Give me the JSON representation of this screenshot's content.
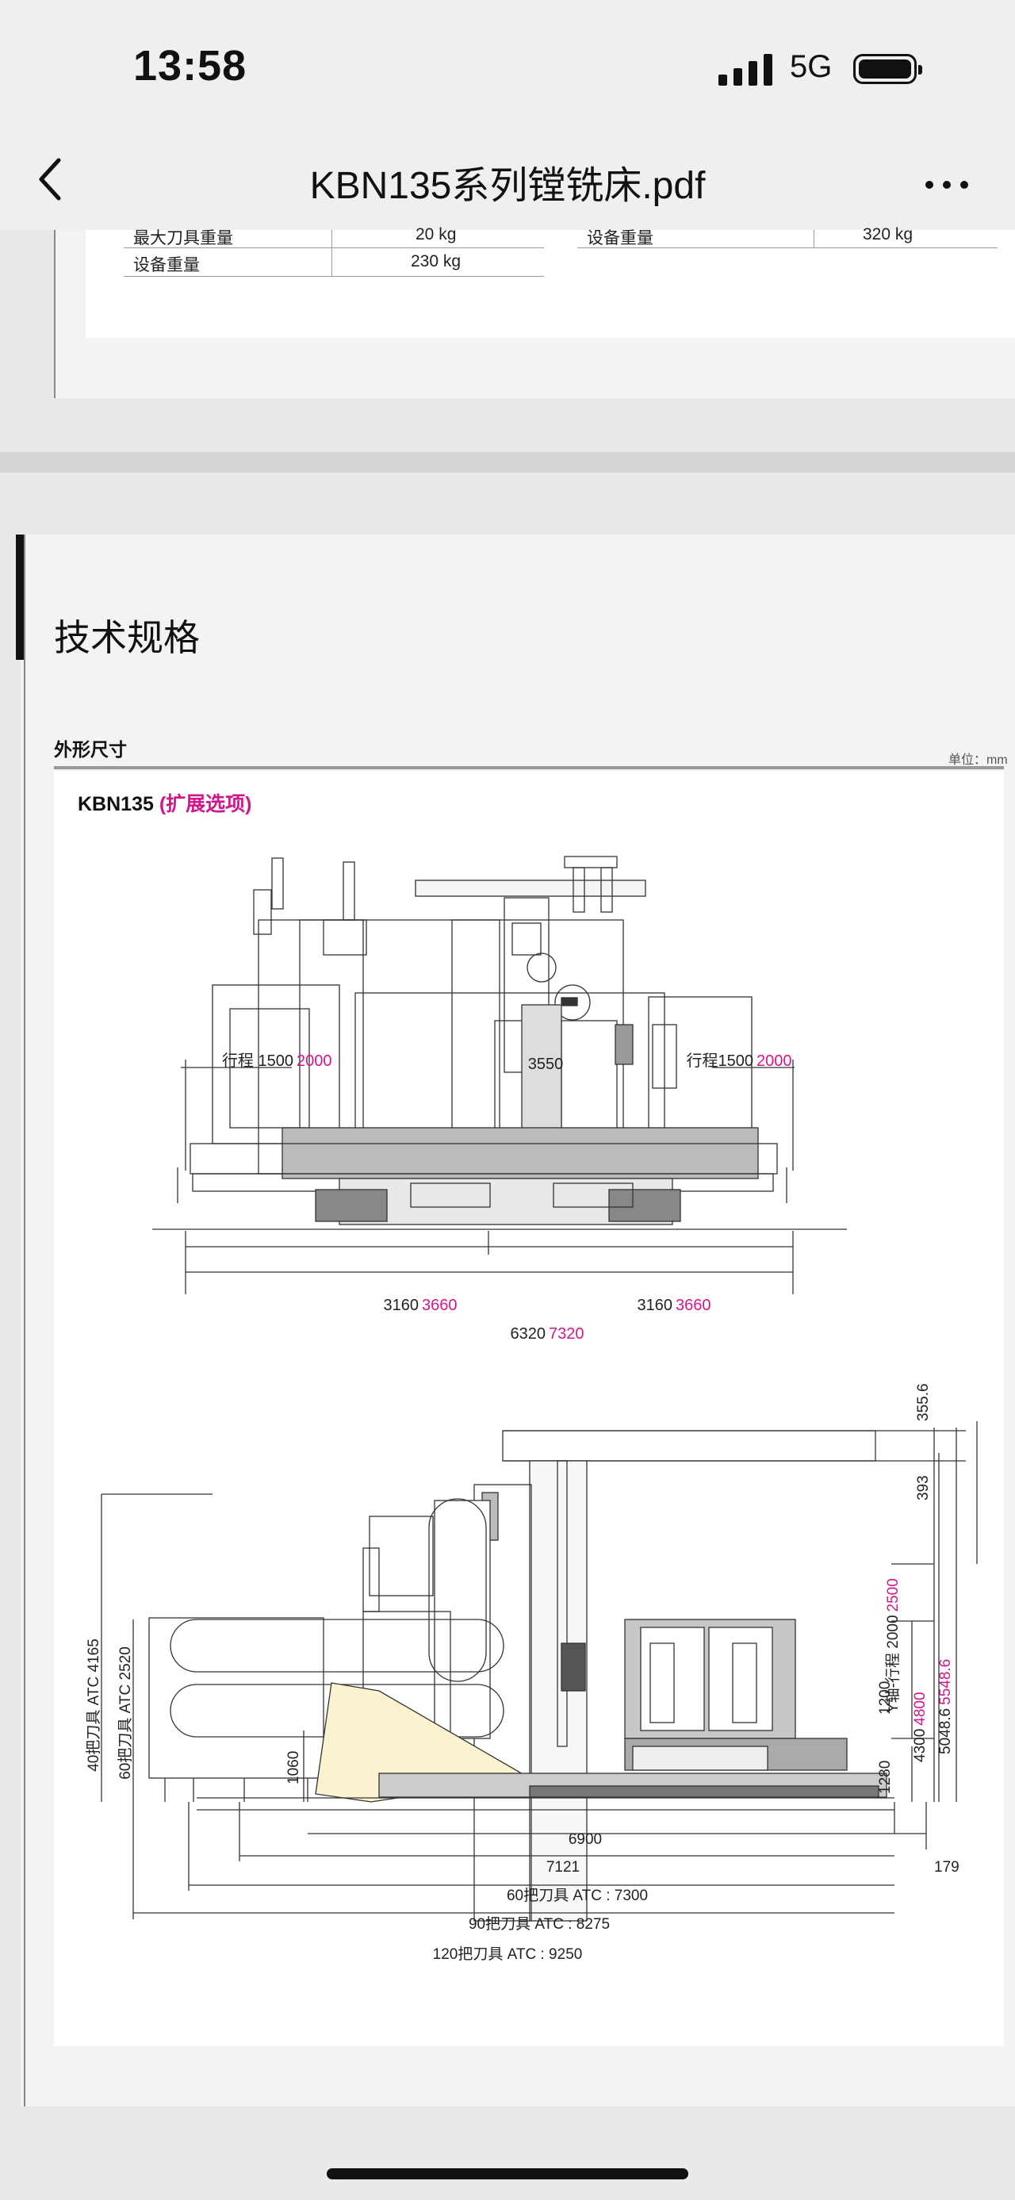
{
  "status": {
    "time": "13:58",
    "network": "5G"
  },
  "nav": {
    "title": "KBN135系列镗铣床.pdf",
    "back_icon": "chevron-left-icon",
    "more_icon": "more-horizontal-icon"
  },
  "page1": {
    "rows": [
      {
        "label": "最大刀具重量",
        "value": "20 kg"
      },
      {
        "label": "设备重量",
        "value": "230 kg"
      },
      {
        "label": "设备重量",
        "value": "320 kg"
      }
    ]
  },
  "page2": {
    "heading": "技术规格",
    "section": "外形尺寸",
    "unit": "单位：mm",
    "model": "KBN135",
    "model_option": "(扩展选项)",
    "front": {
      "travel_left_label": "行程 1500",
      "travel_left_ext": "2000",
      "travel_right_label": "行程1500",
      "travel_right_ext": "2000",
      "center_label": "3550",
      "half_left": "3160",
      "half_left_ext": "3660",
      "half_right": "3160",
      "half_right_ext": "3660",
      "total": "6320",
      "total_ext": "7320"
    },
    "side": {
      "top1": "355.6",
      "top2": "393",
      "y_travel_label": "Y轴-行程 2000",
      "y_travel_ext": "2500",
      "h1": "4300",
      "h1_ext": "4800",
      "h2": "5048.6",
      "h2_ext": "5548.6",
      "h3": "1200",
      "h4": "1280",
      "atc40": "40把刀具 ATC 4165",
      "atc60v": "60把刀具 ATC 2520",
      "h1060": "1060",
      "w6900": "6900",
      "w7121": "7121",
      "w179": "179",
      "atc60": "60把刀具 ATC : 7300",
      "atc90": "90把刀具 ATC : 8275",
      "atc120": "120把刀具 ATC : 9250"
    }
  },
  "colors": {
    "accent": "#d0188c"
  }
}
